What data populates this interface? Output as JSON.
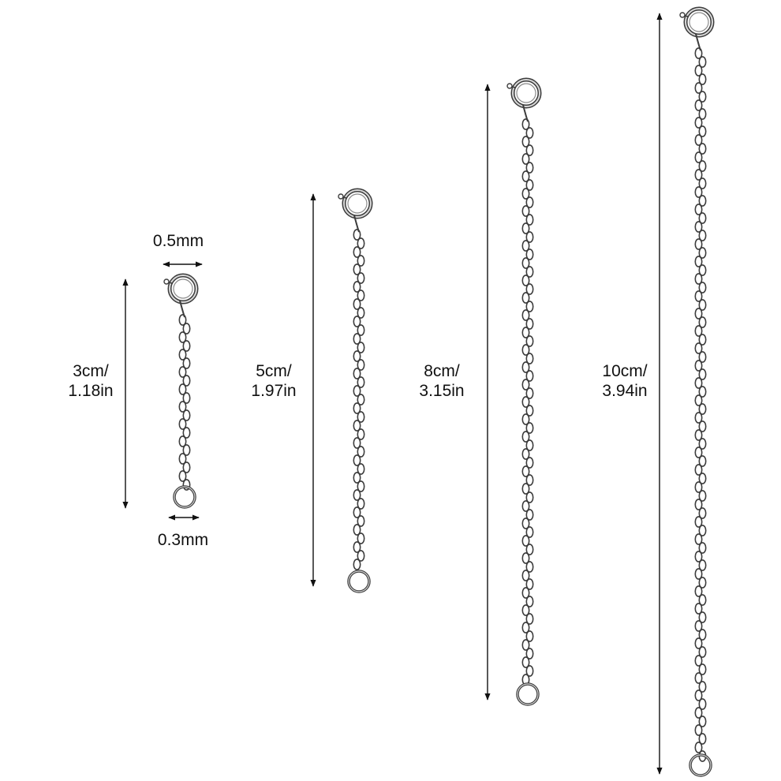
{
  "extenders": [
    {
      "length_cm": "3cm/",
      "length_in": "1.18in"
    },
    {
      "length_cm": "5cm/",
      "length_in": "1.97in"
    },
    {
      "length_cm": "8cm/",
      "length_in": "3.15in"
    },
    {
      "length_cm": "10cm/",
      "length_in": "3.94in"
    }
  ],
  "dimensions": {
    "wire_top": "0.5mm",
    "wire_bottom": "0.3mm"
  },
  "colors": {
    "background": "#ffffff",
    "metal": "#8a8a8a",
    "metal_dark": "#3c3c3c",
    "ink": "#111111"
  }
}
